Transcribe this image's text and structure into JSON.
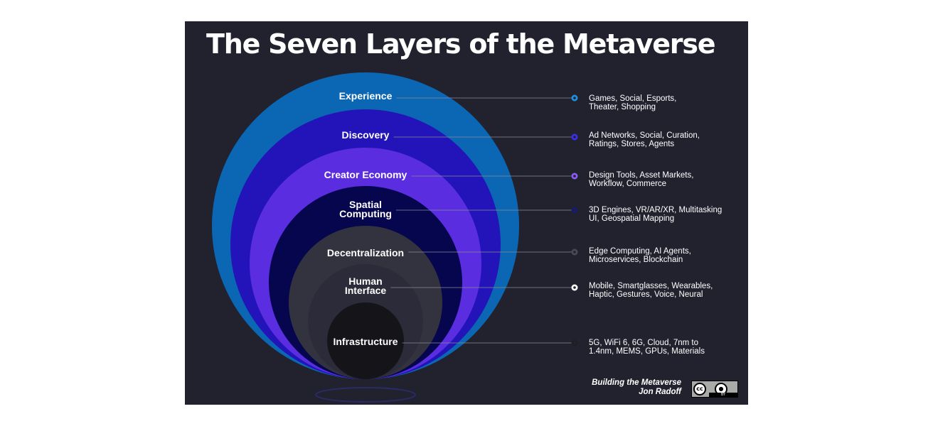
{
  "title": "The Seven Layers of the Metaverse",
  "layers": [
    {
      "name": "Experience",
      "lines": [
        "Experience"
      ],
      "color": "#0b67b3",
      "dot": "#1f8fe0",
      "desc": [
        "Games, Social, Esports,",
        "Theater, Shopping"
      ]
    },
    {
      "name": "Discovery",
      "lines": [
        "Discovery"
      ],
      "color": "#2214b8",
      "dot": "#3b2df0",
      "desc": [
        "Ad Networks, Social, Curation,",
        "Ratings, Stores, Agents"
      ]
    },
    {
      "name": "Creator Economy",
      "lines": [
        "Creator Economy"
      ],
      "color": "#5a2ee0",
      "dot": "#8a5cf6",
      "desc": [
        "Design Tools, Asset Markets,",
        "Workflow, Commerce"
      ]
    },
    {
      "name": "Spatial Computing",
      "lines": [
        "Spatial",
        "Computing"
      ],
      "color": "#06064e",
      "dot": "#1a1a70",
      "desc": [
        "3D Engines, VR/AR/XR, Multitasking",
        "UI, Geospatial Mapping"
      ]
    },
    {
      "name": "Decentralization",
      "lines": [
        "Decentralization"
      ],
      "color": "#33333f",
      "dot": "#4a4a55",
      "desc": [
        "Edge Computing, AI Agents,",
        "Microservices, Blockchain"
      ]
    },
    {
      "name": "Human Interface",
      "lines": [
        "Human",
        "Interface"
      ],
      "color": "#2b2b3a",
      "dot": "#ffffff",
      "desc": [
        "Mobile, Smartglasses, Wearables,",
        "Haptic, Gestures, Voice, Neural"
      ]
    },
    {
      "name": "Infrastructure",
      "lines": [
        "Infrastructure"
      ],
      "color": "#141419",
      "dot": "#1e1e24",
      "desc": [
        "5G, WiFi 6, 6G, Cloud, 7nm to",
        "1.4nm, MEMS, GPUs, Materials"
      ]
    }
  ],
  "credit": {
    "line1": "Building the Metaverse",
    "line2": "Jon Radoff"
  },
  "license": {
    "cc": "cc",
    "by": "BY"
  },
  "colors": {
    "background": "#22222f",
    "connector": "#8a8a9a"
  }
}
